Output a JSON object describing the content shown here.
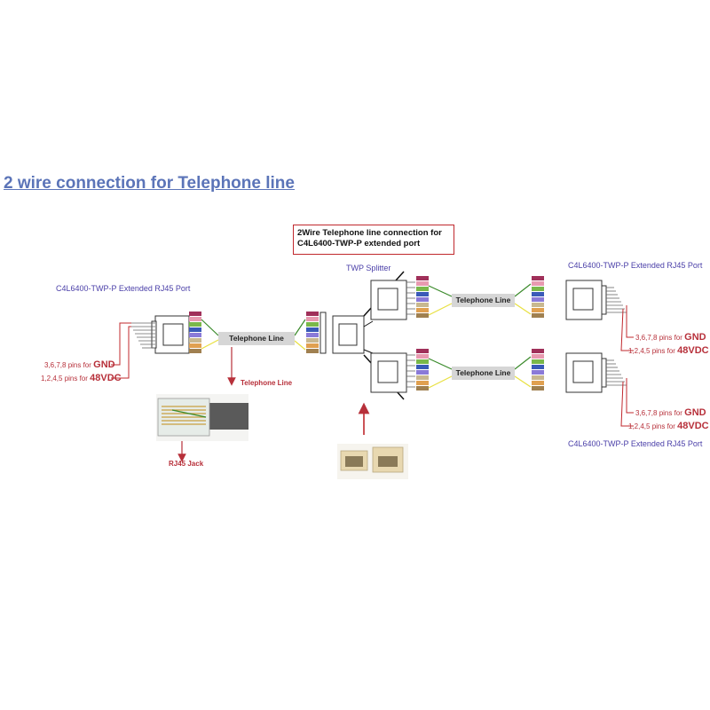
{
  "title": "2 wire connection for Telephone line",
  "callout": {
    "line1": "2Wire Telephone line connection for",
    "line2": "C4L6400-TWP-P extended port"
  },
  "left_port": {
    "label": "C4L6400-TWP-P Extended RJ45 Port",
    "gnd_pins": "3,6,7,8 pins for",
    "gnd": "GND",
    "vdc_pins": "1,2,4,5 pins for",
    "vdc": "48VDC"
  },
  "telephone_line": "Telephone Line",
  "arrow_label": "Telephone Line",
  "rj45_jack": "RJ45 Jack",
  "splitter_label": "TWP Splitter",
  "right_top": {
    "label": "C4L6400-TWP-P Extended RJ45 Port",
    "gnd_pins": "3,6,7,8 pins for",
    "gnd": "GND",
    "vdc_pins": "1,2,4,5 pins for",
    "vdc": "48VDC"
  },
  "right_bottom": {
    "label": "C4L6400-TWP-P Extended RJ45 Port",
    "gnd_pins": "3,6,7,8 pins for",
    "gnd": "GND",
    "vdc_pins": "1,2,4,5 pins for",
    "vdc": "48VDC"
  },
  "colors": {
    "title": "#5b74b8",
    "label_blue": "#4a3fa8",
    "label_red": "#b7303a",
    "line_bg": "#d6d6d6",
    "wire_green": "#3a8a2a",
    "wire_yellow": "#e8e040"
  }
}
